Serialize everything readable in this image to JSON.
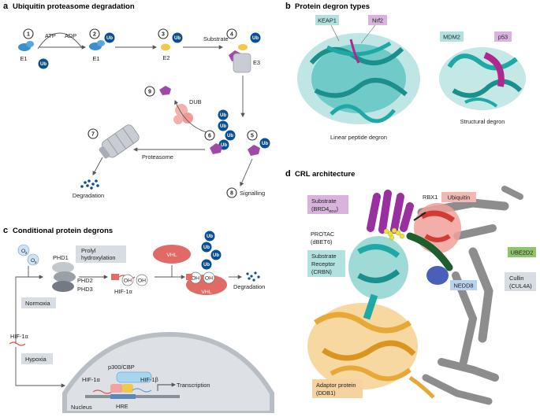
{
  "panel_a": {
    "letter": "a",
    "title": "Ubiquitin proteasome degradation",
    "steps": [
      "1",
      "2",
      "3",
      "4",
      "5",
      "6",
      "7",
      "8",
      "9"
    ],
    "ub": "Ub",
    "atp": "ATP",
    "adp": "ADP",
    "e1": "E1",
    "e2": "E2",
    "e3": "E3",
    "substrate": "Substrate",
    "dub": "DUB",
    "proteasome": "Proteasome",
    "degradation": "Degradation",
    "signalling": "Signalling"
  },
  "panel_b": {
    "letter": "b",
    "title": "Protein degron types",
    "keap1": "KEAP1",
    "nrf2": "Nrf2",
    "mdm2": "MDM2",
    "p53": "p53",
    "linear": "Linear peptide degron",
    "structural": "Structural degron"
  },
  "panel_c": {
    "letter": "c",
    "title": "Conditional protein degrons",
    "o2": "O",
    "o2_sub": "2",
    "phd1": "PHD1",
    "phd2": "PHD2",
    "phd3": "PHD3",
    "prolyl": "Prolyl",
    "hydroxylation": "hydroxylation",
    "hif1a": "HIF-1α",
    "oh": "OH",
    "vhl": "VHL",
    "ub": "Ub",
    "degradation": "Degradation",
    "normoxia": "Normoxia",
    "hypoxia": "Hypoxia",
    "p300": "p300/CBP",
    "hif1b": "HIF-1β",
    "hre": "HRE",
    "transcription": "Transcription",
    "nucleus": "Nucleus"
  },
  "panel_d": {
    "letter": "d",
    "title": "CRL architecture",
    "substrate": "Substrate",
    "brd4_main": "(BRD4",
    "brd4_sub": "BD2",
    "brd4_close": ")",
    "rbx1": "RBX1",
    "ubiquitin": "Ubiquitin",
    "protac": "PROTAC",
    "dbet6": "(dBET6)",
    "receptor_1": "Substrate",
    "receptor_2": "Receptor",
    "receptor_3": "(CRBN)",
    "ube2d2": "UBE2D2",
    "nedd8": "NEDD8",
    "cullin": "Cullin",
    "cul4a": "(CUL4A)",
    "adaptor": "Adaptor protein",
    "ddb1": "(DDB1)"
  },
  "colors": {
    "ub_blue": "#0a4f91",
    "e1_blue": "#3a8fcf",
    "substrate_purple": "#a04aa8",
    "e2_yellow": "#f0c84a",
    "teal": "#1fa9a6",
    "magenta": "#b0288e",
    "vhl_red": "#d9534f",
    "nucleus_gray": "#dde1e6",
    "label_box": "#d7dde3",
    "cullin_gray": "#9a9a9a",
    "adaptor_orange": "#e8a838",
    "ubiquitin_box": "#f2b8b3",
    "ube2d2_box": "#8fc46a",
    "substrate_box": "#d9b3dd",
    "receptor_box": "#b2e2e0"
  }
}
